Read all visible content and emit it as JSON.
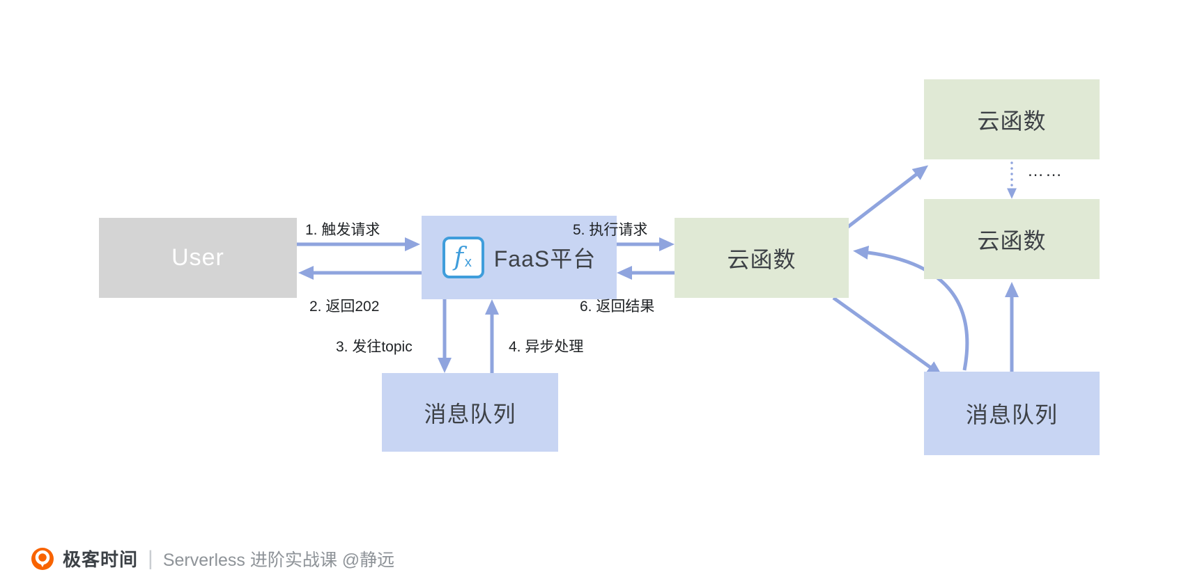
{
  "nodes": {
    "user": {
      "label": "User"
    },
    "faas": {
      "label": "FaaS平台",
      "icon_f": "f",
      "icon_x": "x"
    },
    "fn_main": {
      "label": "云函数"
    },
    "fn_top": {
      "label": "云函数"
    },
    "fn_right": {
      "label": "云函数"
    },
    "mq_main": {
      "label": "消息队列"
    },
    "mq_right": {
      "label": "消息队列"
    }
  },
  "edges": {
    "step1": "1. 触发请求",
    "step2": "2. 返回202",
    "step3": "3. 发往topic",
    "step4": "4. 异步处理",
    "step5": "5. 执行请求",
    "step6": "6. 返回结果",
    "ellipsis": "……"
  },
  "footer": {
    "brand": "极客时间",
    "separator": "|",
    "course": "Serverless 进阶实战课 @静远"
  },
  "colors": {
    "arrow": "#8fa4de",
    "box_blue": "#c8d5f3",
    "box_green": "#e0e9d5",
    "box_gray": "#d4d4d4",
    "fx_icon_blue": "#3f9ddb",
    "brand_orange": "#f86300"
  }
}
